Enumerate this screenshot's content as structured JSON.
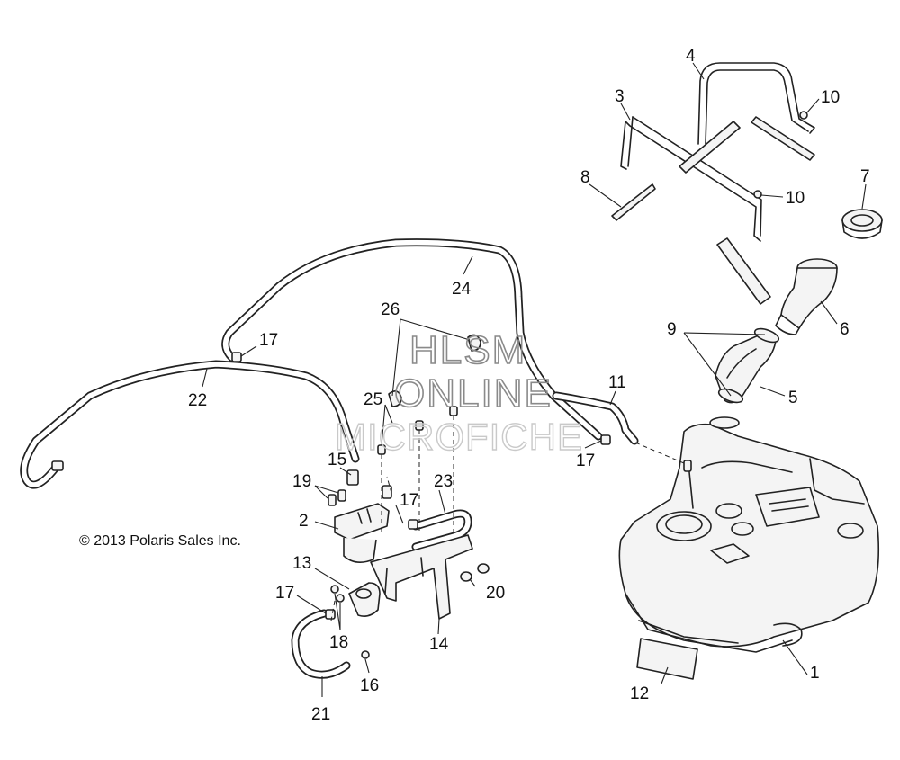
{
  "copyright": "© 2013 Polaris Sales Inc.",
  "watermark": {
    "line1": "HLSM",
    "line2": "ONLINE",
    "line3": "MICROFICHE"
  },
  "callouts": [
    "1",
    "2",
    "3",
    "4",
    "5",
    "6",
    "7",
    "8",
    "9",
    "10",
    "10",
    "11",
    "12",
    "13",
    "14",
    "15",
    "16",
    "17",
    "17",
    "17",
    "17",
    "18",
    "19",
    "20",
    "21",
    "22",
    "23",
    "24",
    "25",
    "26"
  ]
}
